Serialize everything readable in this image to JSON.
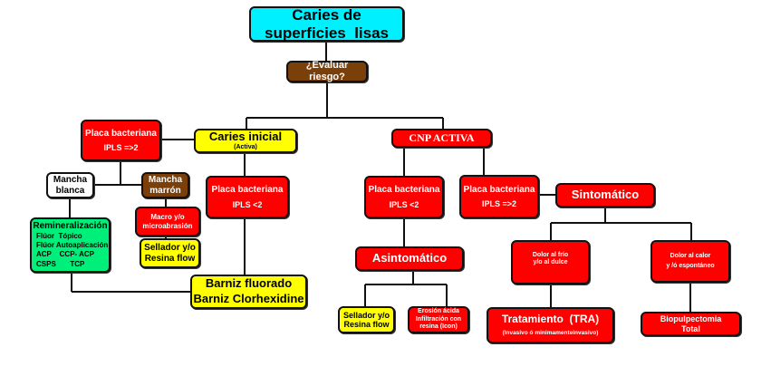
{
  "diagram": {
    "root": "Caries de superficies lisas",
    "root_line1": "Caries de",
    "root_line2": "superficies  lisas",
    "risk": "¿Evaluar riesgo?",
    "caries_inicial": {
      "title": "Caries inicial",
      "subtitle": "(Activa)"
    },
    "placa_left_high": {
      "title": "Placa bacteriana",
      "value": "IPLS =>2"
    },
    "mancha_blanca": {
      "line1": "Mancha",
      "line2": "blanca"
    },
    "mancha_marron": {
      "line1": "Mancha",
      "line2": "marrón"
    },
    "placa_left_low": {
      "title": "Placa bacteriana",
      "value": "IPLS <2"
    },
    "remineralizacion": {
      "title": "Remineralización",
      "rows": [
        "Flúor  Tópico",
        "Flúor Autoaplicación",
        "ACP    CCP- ACP",
        "CSPS       TCP"
      ]
    },
    "macro": {
      "line1": "Macro y/o",
      "line2": "microabrasión"
    },
    "sellador_left": {
      "line1": "Sellador y/o",
      "line2": "Resina flow"
    },
    "barniz": {
      "line1": "Barniz fluorado",
      "line2": "Barniz Clorhexidine"
    },
    "cnp_activa": "CNP ACTIVA",
    "placa_mid_low": {
      "title": "Placa bacteriana",
      "value": "IPLS <2"
    },
    "placa_right_high": {
      "title": "Placa bacteriana",
      "value": "IPLS =>2"
    },
    "sintomatico": "Sintomático",
    "asintomatico": "Asintomático",
    "sellador_mid": {
      "line1": "Sellador y/o",
      "line2": "Resina flow"
    },
    "erosion": {
      "line1": "Erosión ácida",
      "line2": "Infiltración con",
      "line3": "resina (Icon)"
    },
    "dolor_frio": {
      "line1": "Dolor al frío",
      "line2": "y/o al dulce"
    },
    "dolor_calor": {
      "line1": "Dolor al calor",
      "line2": "y /ó espontáneo"
    },
    "tratamiento": {
      "title": "Tratamiento  (TRA)",
      "subtitle": "(Invasivo ó minimamenteinvasivo)"
    },
    "biopulpectomia": {
      "line1": "Biopulpectomia",
      "line2": "Total"
    }
  },
  "colors": {
    "red": "#ff0000",
    "yellow": "#ffff00",
    "brown": "#7b3f0a",
    "cyan": "#00f0ff",
    "green": "#00ee7a",
    "white": "#ffffff"
  }
}
